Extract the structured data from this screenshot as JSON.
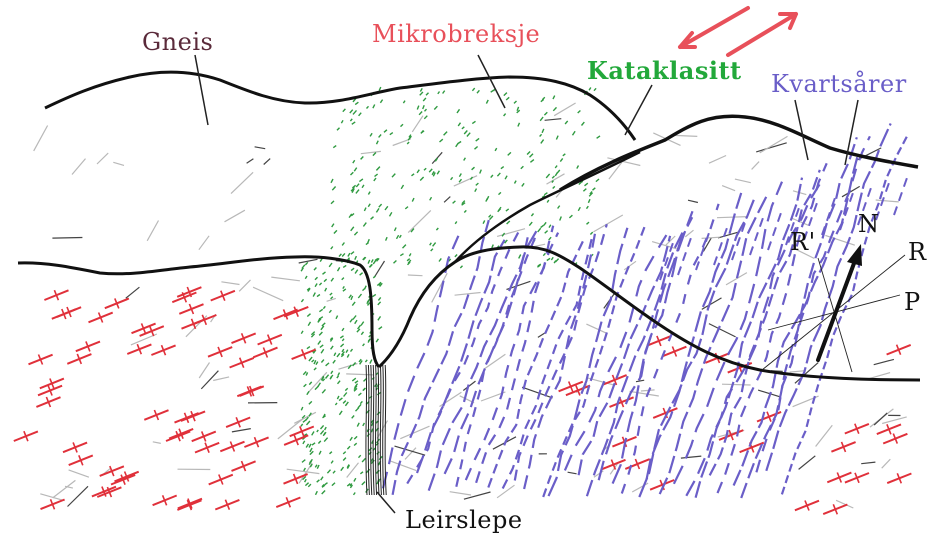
{
  "labels": {
    "gneis": "Gneis",
    "mikrobreksje": "Mikrobreksje",
    "kataklasitt": "Kataklasitt",
    "kvartsarer": "Kvartsårer",
    "leirslepe": "Leirslepe"
  },
  "compass": {
    "r_prime": "R'",
    "n": "N",
    "r": "R",
    "p": "P"
  },
  "colors": {
    "gneis_label": "#5a2a3a",
    "mikrobreksje_label": "#e8505a",
    "kataklasitt_label": "#22a83a",
    "kvartsarer_label": "#6a5ec8",
    "leirslepe_label": "#111111",
    "boundary_line": "#111111",
    "red_symbols": "#e0303a",
    "green_dots": "#2f9a40",
    "blue_veins": "#6a5ec8",
    "sense_arrows": "#e8505a"
  }
}
